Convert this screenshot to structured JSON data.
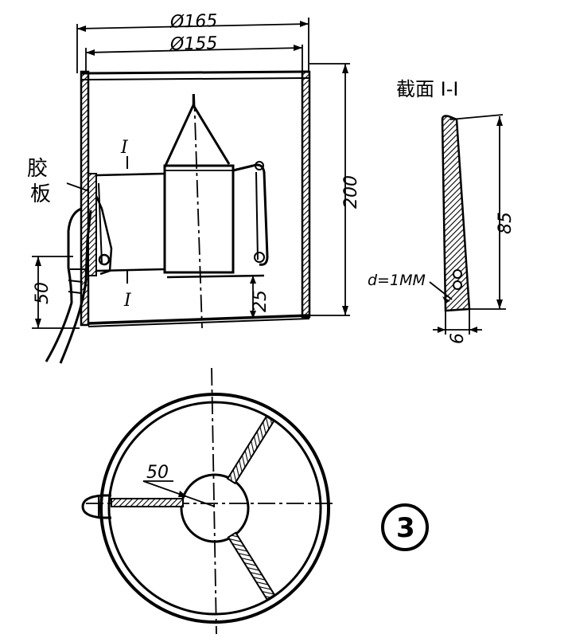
{
  "labels": {
    "dia_outer": "Ø165",
    "dia_inner": "Ø155",
    "height": "200",
    "rubber_top": "胶",
    "rubber_bottom": "板",
    "offset_50": "50",
    "offset_25": "25",
    "section_mark_top": "I",
    "section_mark_bottom": "I",
    "section_title": "截面 I-I",
    "section_height": "85",
    "hole_diameter": "d=1MM",
    "section_width": "6",
    "radius_50": "50",
    "figure_number": "3"
  }
}
